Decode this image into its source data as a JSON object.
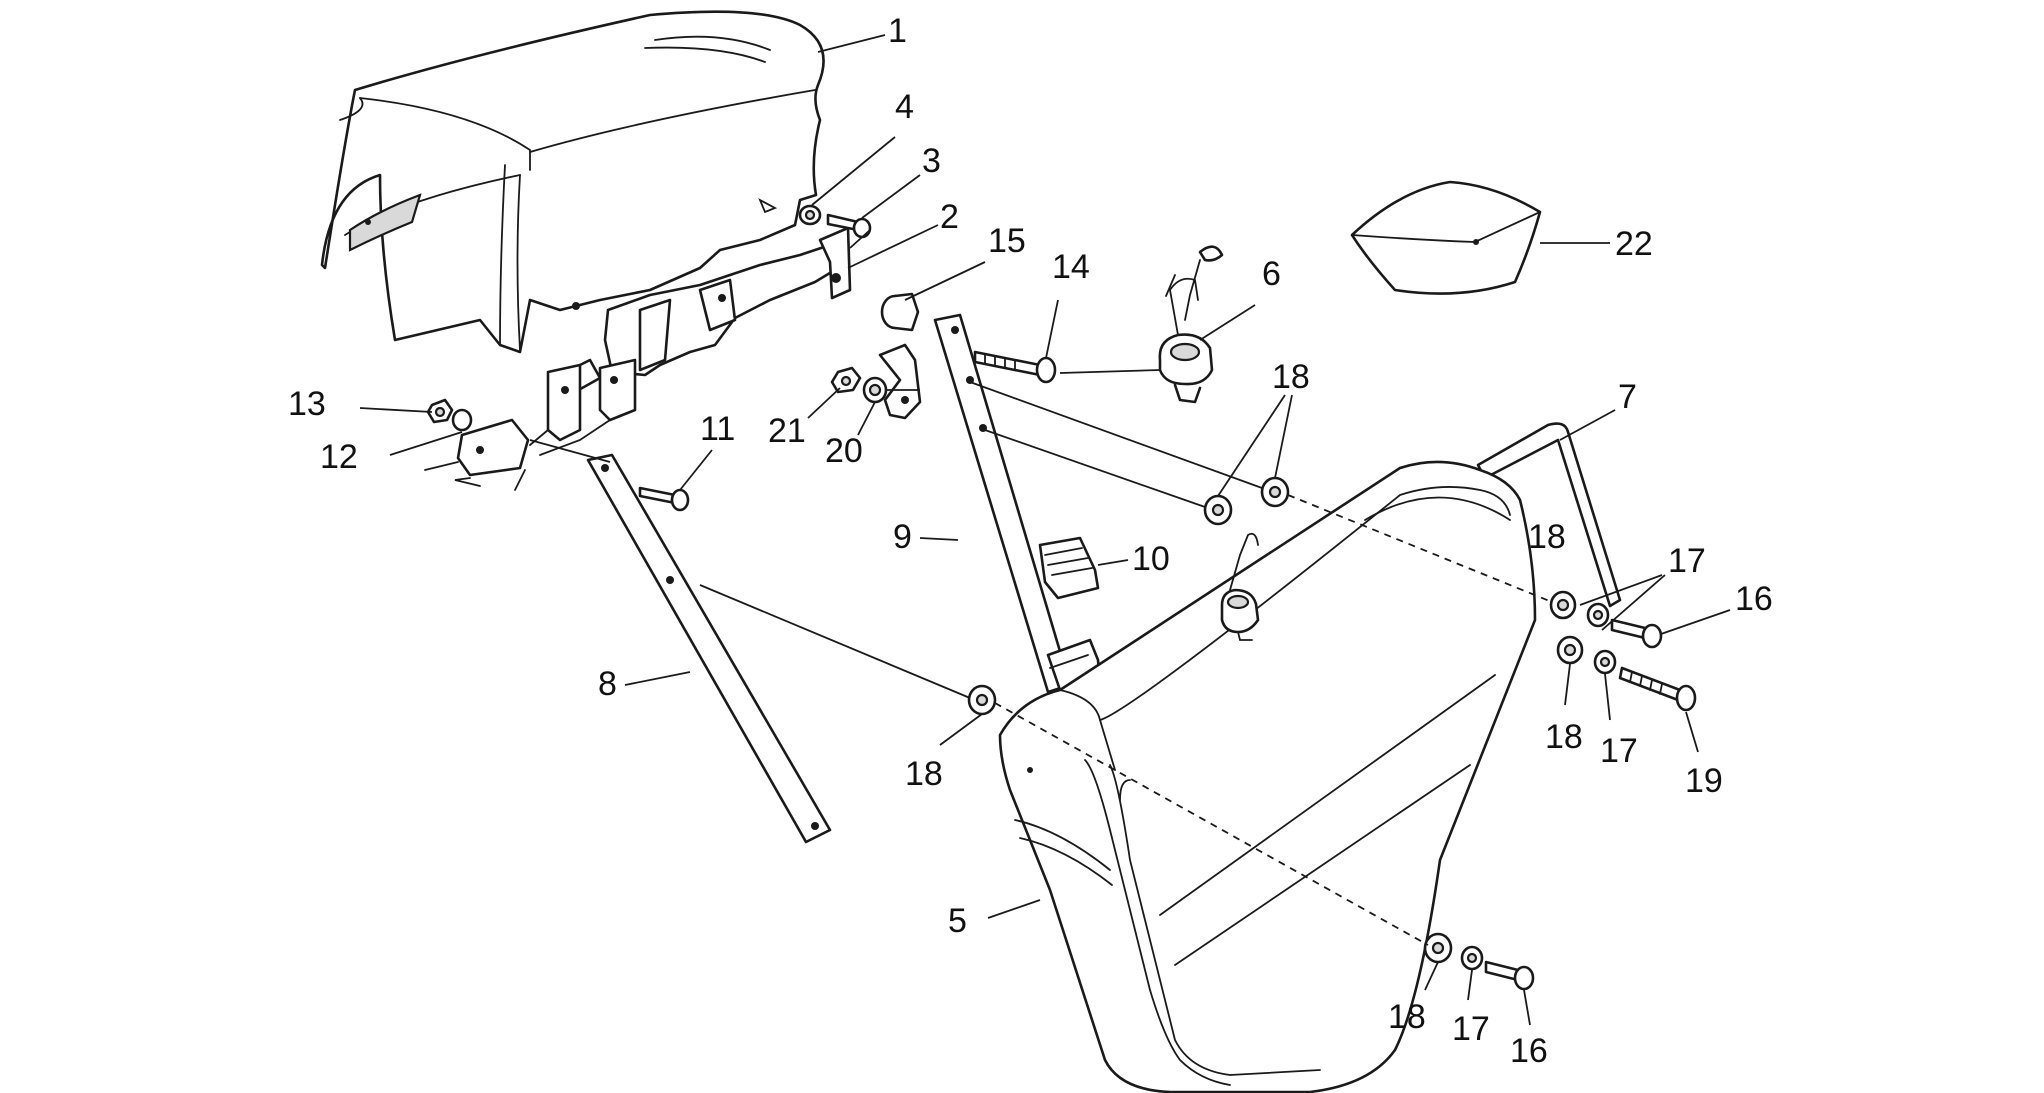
{
  "diagram": {
    "type": "exploded-parts-diagram",
    "line_color": "#1a1a1a",
    "background": "#ffffff",
    "callouts": [
      {
        "id": "c1",
        "label": "1"
      },
      {
        "id": "c2",
        "label": "2"
      },
      {
        "id": "c3",
        "label": "3"
      },
      {
        "id": "c4",
        "label": "4"
      },
      {
        "id": "c5",
        "label": "5"
      },
      {
        "id": "c6",
        "label": "6"
      },
      {
        "id": "c7",
        "label": "7"
      },
      {
        "id": "c8",
        "label": "8"
      },
      {
        "id": "c9",
        "label": "9"
      },
      {
        "id": "c10",
        "label": "10"
      },
      {
        "id": "c11",
        "label": "11"
      },
      {
        "id": "c12",
        "label": "12"
      },
      {
        "id": "c13",
        "label": "13"
      },
      {
        "id": "c14",
        "label": "14"
      },
      {
        "id": "c15",
        "label": "15"
      },
      {
        "id": "c16a",
        "label": "16"
      },
      {
        "id": "c16b",
        "label": "16"
      },
      {
        "id": "c17a",
        "label": "17"
      },
      {
        "id": "c17b",
        "label": "17"
      },
      {
        "id": "c17c",
        "label": "17"
      },
      {
        "id": "c18a",
        "label": "18"
      },
      {
        "id": "c18b",
        "label": "18"
      },
      {
        "id": "c18c",
        "label": "18"
      },
      {
        "id": "c18d",
        "label": "18"
      },
      {
        "id": "c18e",
        "label": "18"
      },
      {
        "id": "c19",
        "label": "19"
      },
      {
        "id": "c20",
        "label": "20"
      },
      {
        "id": "c21",
        "label": "21"
      },
      {
        "id": "c22",
        "label": "22"
      }
    ]
  }
}
